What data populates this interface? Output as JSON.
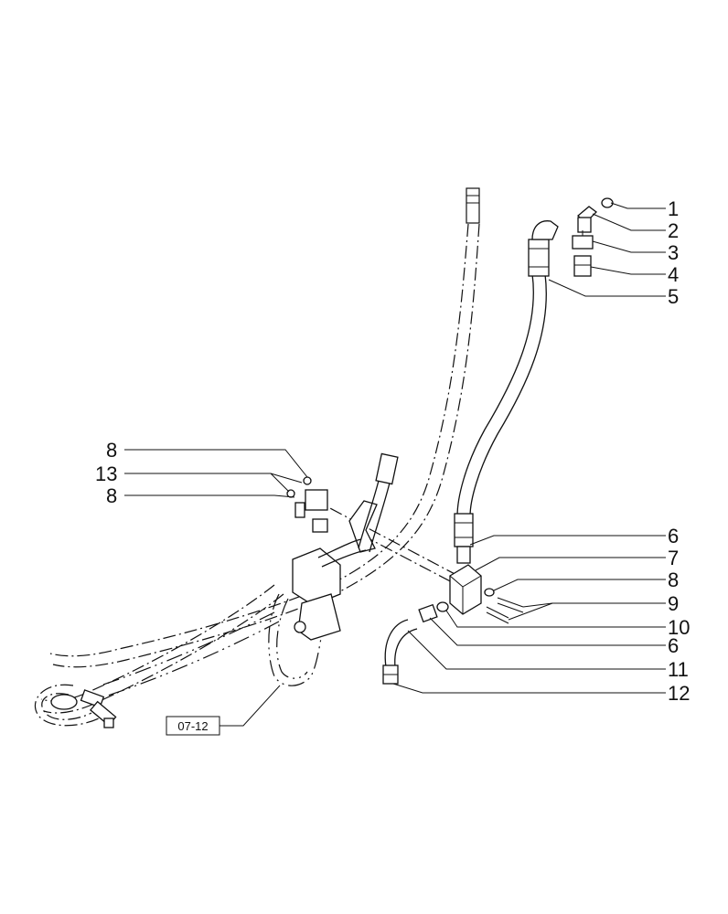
{
  "callouts": {
    "c1": "1",
    "c2": "2",
    "c3": "3",
    "c4": "4",
    "c5": "5",
    "c6a": "6",
    "c7": "7",
    "c8a": "8",
    "c9": "9",
    "c10": "10",
    "c6b": "6",
    "c11": "11",
    "c12": "12",
    "c8b": "8",
    "c13": "13",
    "c8c": "8"
  },
  "reference_box": {
    "label": "07-12"
  }
}
